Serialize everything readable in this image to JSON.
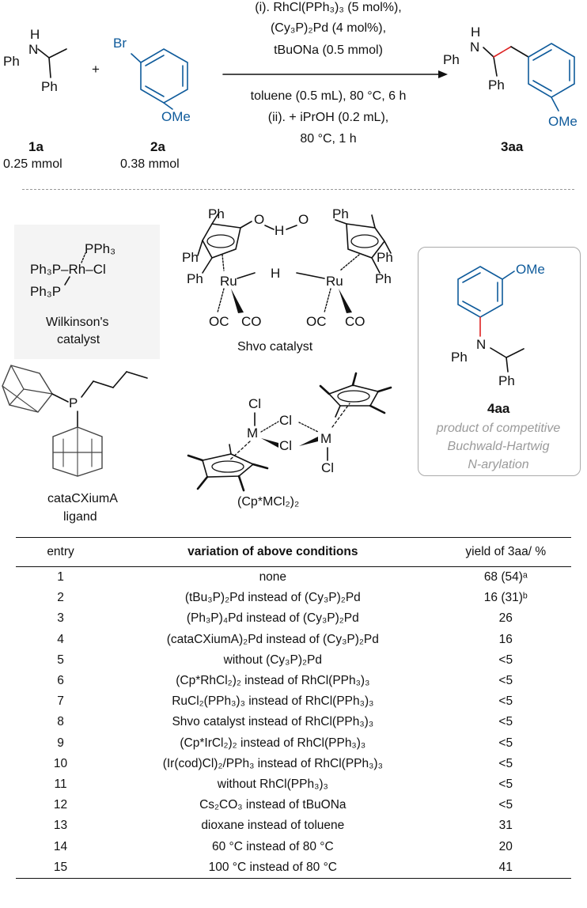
{
  "reaction": {
    "reactant1": {
      "ph1": "Ph",
      "nh_n": "N",
      "nh_h": "H",
      "ph2": "Ph",
      "id": "1a",
      "amount": "0.25 mmol"
    },
    "plus": "+",
    "reactant2": {
      "br": "Br",
      "ome": "OMe",
      "id": "2a",
      "amount": "0.38 mmol"
    },
    "conditions": {
      "line1": "(i). RhCl(PPh₃)₃ (5 mol%),",
      "line2": "(Cy₃P)₂Pd (4 mol%),",
      "line3": "tBuONa (0.5 mmol)",
      "line4": "toluene (0.5 mL), 80 °C, 6 h",
      "line5": "(ii). + iPrOH (0.2 mL),",
      "line6": "80 °C, 1 h"
    },
    "product": {
      "ph1": "Ph",
      "nh_n": "N",
      "nh_h": "H",
      "ph2": "Ph",
      "ome": "OMe",
      "id": "3aa"
    }
  },
  "wilkinson": {
    "pph3": "PPh₃",
    "ph3p_rh_cl": "Ph₃P–Rh–Cl",
    "ph3p": "Ph₃P",
    "name_line1": "Wilkinson's",
    "name_line2": "catalyst"
  },
  "shvo": {
    "ph_tl": "Ph",
    "o_l": "O",
    "h_mid": "H",
    "o_r": "O",
    "ph_tr": "Ph",
    "ph_l1": "Ph",
    "ph_l2": "Ph",
    "ph_r1": "Ph",
    "ph_r2": "Ph",
    "ru_l": "Ru",
    "h_bridge": "H",
    "ru_r": "Ru",
    "oc_l": "OC",
    "co_l": "CO",
    "oc_r": "OC",
    "co_r": "CO",
    "name": "Shvo catalyst"
  },
  "side_product": {
    "ome": "OMe",
    "n": "N",
    "ph1": "Ph",
    "ph2": "Ph",
    "id": "4aa",
    "desc_line1": "product of competitive",
    "desc_line2": "Buchwald-Hartwig",
    "desc_line3": "N-arylation"
  },
  "ligand": {
    "p": "P",
    "name_line1": "cataCXiumA",
    "name_line2": "ligand"
  },
  "cp_dimer": {
    "cl_top": "Cl",
    "m_l": "M",
    "cl_b1": "Cl",
    "cl_b2": "Cl",
    "m_r": "M",
    "cl_bot": "Cl",
    "name": "(Cp*MCl₂)₂"
  },
  "table": {
    "headers": {
      "entry": "entry",
      "variation": "variation of above conditions",
      "yield": "yield of 3aa/ %"
    },
    "rows": [
      {
        "entry": "1",
        "variation": "none",
        "yield": "68 (54)ᵃ"
      },
      {
        "entry": "2",
        "variation": "(tBu₃P)₂Pd instead of (Cy₃P)₂Pd",
        "yield": "16 (31)ᵇ"
      },
      {
        "entry": "3",
        "variation": "(Ph₃P)₄Pd instead of (Cy₃P)₂Pd",
        "yield": "26"
      },
      {
        "entry": "4",
        "variation": "(cataCXiumA)₂Pd instead of (Cy₃P)₂Pd",
        "yield": "16"
      },
      {
        "entry": "5",
        "variation": "without (Cy₃P)₂Pd",
        "yield": "<5"
      },
      {
        "entry": "6",
        "variation": "(Cp*RhCl₂)₂ instead of RhCl(PPh₃)₃",
        "yield": "<5"
      },
      {
        "entry": "7",
        "variation": "RuCl₂(PPh₃)₃ instead of RhCl(PPh₃)₃",
        "yield": "<5"
      },
      {
        "entry": "8",
        "variation": "Shvo catalyst instead of RhCl(PPh₃)₃",
        "yield": "<5"
      },
      {
        "entry": "9",
        "variation": "(Cp*IrCl₂)₂ instead of RhCl(PPh₃)₃",
        "yield": "<5"
      },
      {
        "entry": "10",
        "variation": "(Ir(cod)Cl)₂/PPh₃ instead of RhCl(PPh₃)₃",
        "yield": "<5"
      },
      {
        "entry": "11",
        "variation": "without  RhCl(PPh₃)₃",
        "yield": "<5"
      },
      {
        "entry": "12",
        "variation": "Cs₂CO₃ instead of tBuONa",
        "yield": "<5"
      },
      {
        "entry": "13",
        "variation": "dioxane instead of toluene",
        "yield": "31"
      },
      {
        "entry": "14",
        "variation": "60 °C instead of 80 °C",
        "yield": "20"
      },
      {
        "entry": "15",
        "variation": "100 °C instead of 80 °C",
        "yield": "41"
      }
    ]
  }
}
